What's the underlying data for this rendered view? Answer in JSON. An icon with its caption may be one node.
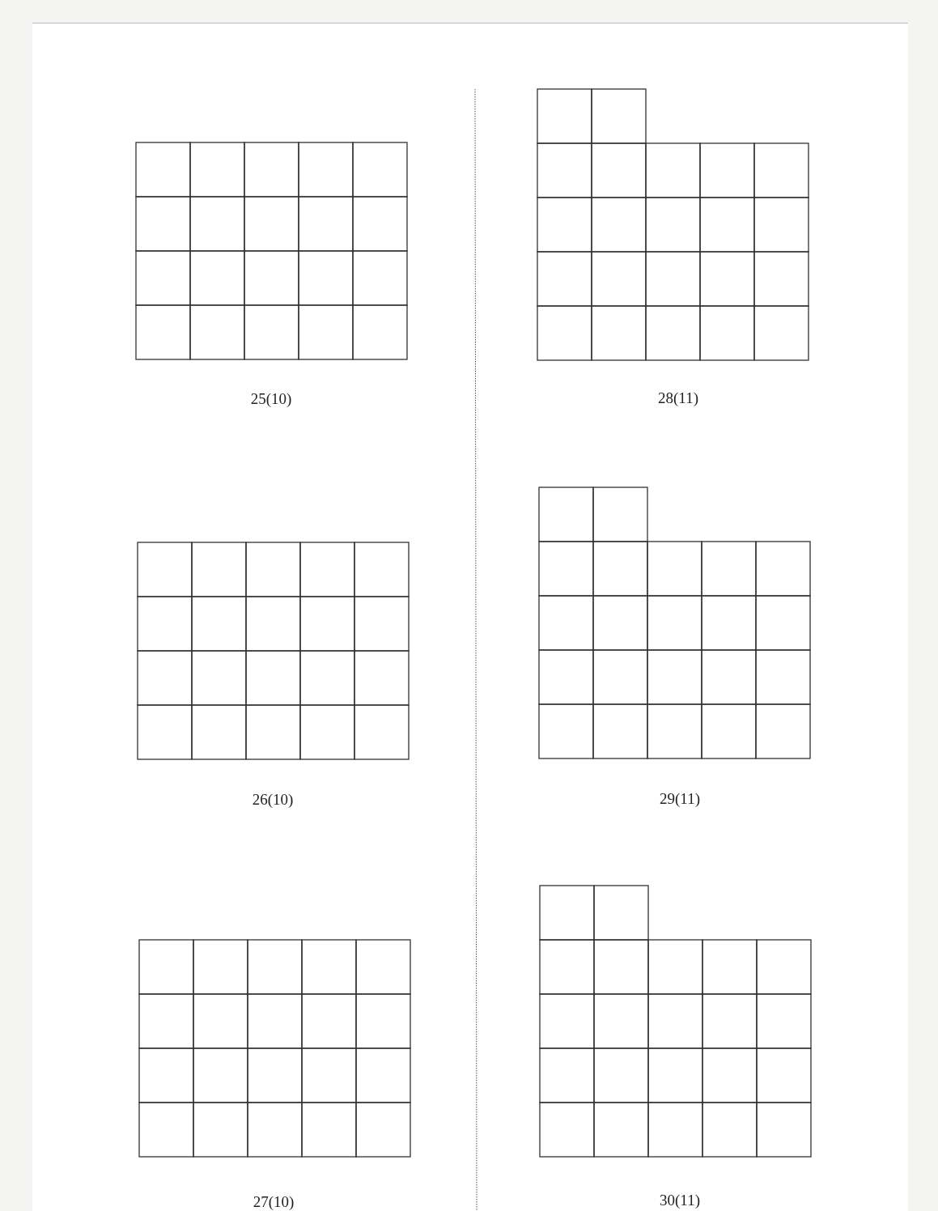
{
  "diagram": {
    "labels": [
      "25(10)",
      "28(11)",
      "26(10)",
      "29(11)",
      "27(10)",
      "30(11)"
    ]
  }
}
